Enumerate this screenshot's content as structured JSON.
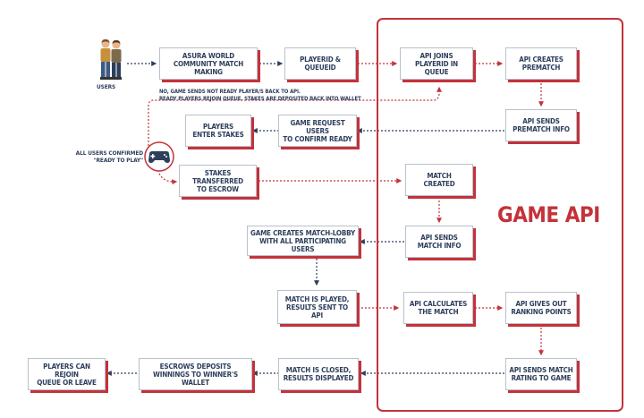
{
  "colors": {
    "accent": "#c4323a",
    "navy": "#2e3f5c",
    "box_border": "#b9c1cc"
  },
  "users_label": "Users",
  "confirm_label": "All users confirmed\n\"ready to play\"",
  "not_ready_note": "No, game sends not ready player/s back to API.\nReady players rejoin queue. Stakes are deposited back into wallet",
  "panel_title": "GAME API",
  "boxes": {
    "matchmaking": "Asura World\nCommunity Match Making",
    "playerid_queueid": "PlayerID &\nQueueID",
    "api_joins": "API joins\nPlayerID in queue",
    "api_creates_prematch": "API creates\nPrematch",
    "api_sends_prematch": "API sends\nPrematch Info",
    "game_request_confirm": "Game request users\nto confirm Ready",
    "players_enter_stakes": "Players\nenter stakes",
    "stakes_to_escrow": "Stakes transferred\nto escrow",
    "match_created": "Match\ncreated",
    "api_sends_match_info": "API sends\nmatch info",
    "game_creates_lobby": "Game creates match-lobby\nwith all participating users",
    "match_played": "Match is played,\nresults sent to API",
    "api_calculates": "API calculates\nthe match",
    "api_ranking_points": "API gives out\nranking points",
    "api_sends_rating": "API sends match\nrating to game",
    "match_closed": "Match is closed,\nresults displayed",
    "escrow_deposits": "Escrows deposits\nwinnings to winner's wallet",
    "players_rejoin": "Players can rejoin\nqueue or leave"
  }
}
